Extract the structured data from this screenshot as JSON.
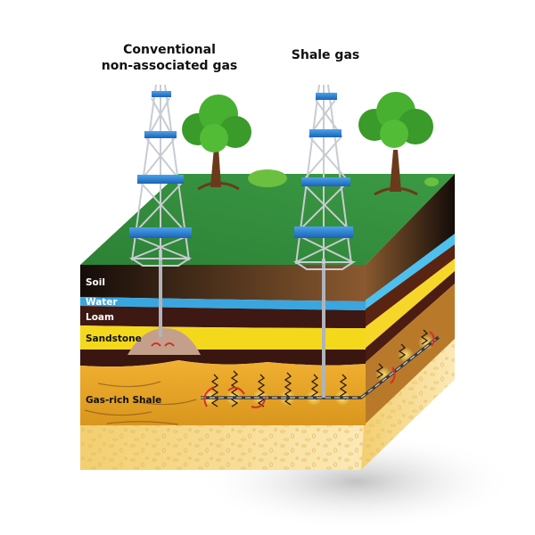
{
  "titles": {
    "conventional": "Conventional non-associated gas",
    "conventional_line1": "Conventional",
    "conventional_line2": "non-associated gas",
    "shale": "Shale gas"
  },
  "layers": [
    {
      "name": "Soil",
      "color": "#3a2416"
    },
    {
      "name": "Water",
      "color": "#3aa6e0"
    },
    {
      "name": "Loam",
      "color": "#4a1c16"
    },
    {
      "name": "Sandstone",
      "color": "#f4dc1c"
    },
    {
      "name": "Gas-rich Shale",
      "color": "#e9a62a"
    }
  ],
  "colors": {
    "grass": "#2f8a3a",
    "rig_ring": "#2a7fd0",
    "rig_frame": "#c8ccd2",
    "tree": "#3fae2c",
    "trunk": "#6b3a1c",
    "sand_bottom": "#f6dc90",
    "gas_dome": "#c4a08c",
    "fracture": "#d4302a"
  }
}
